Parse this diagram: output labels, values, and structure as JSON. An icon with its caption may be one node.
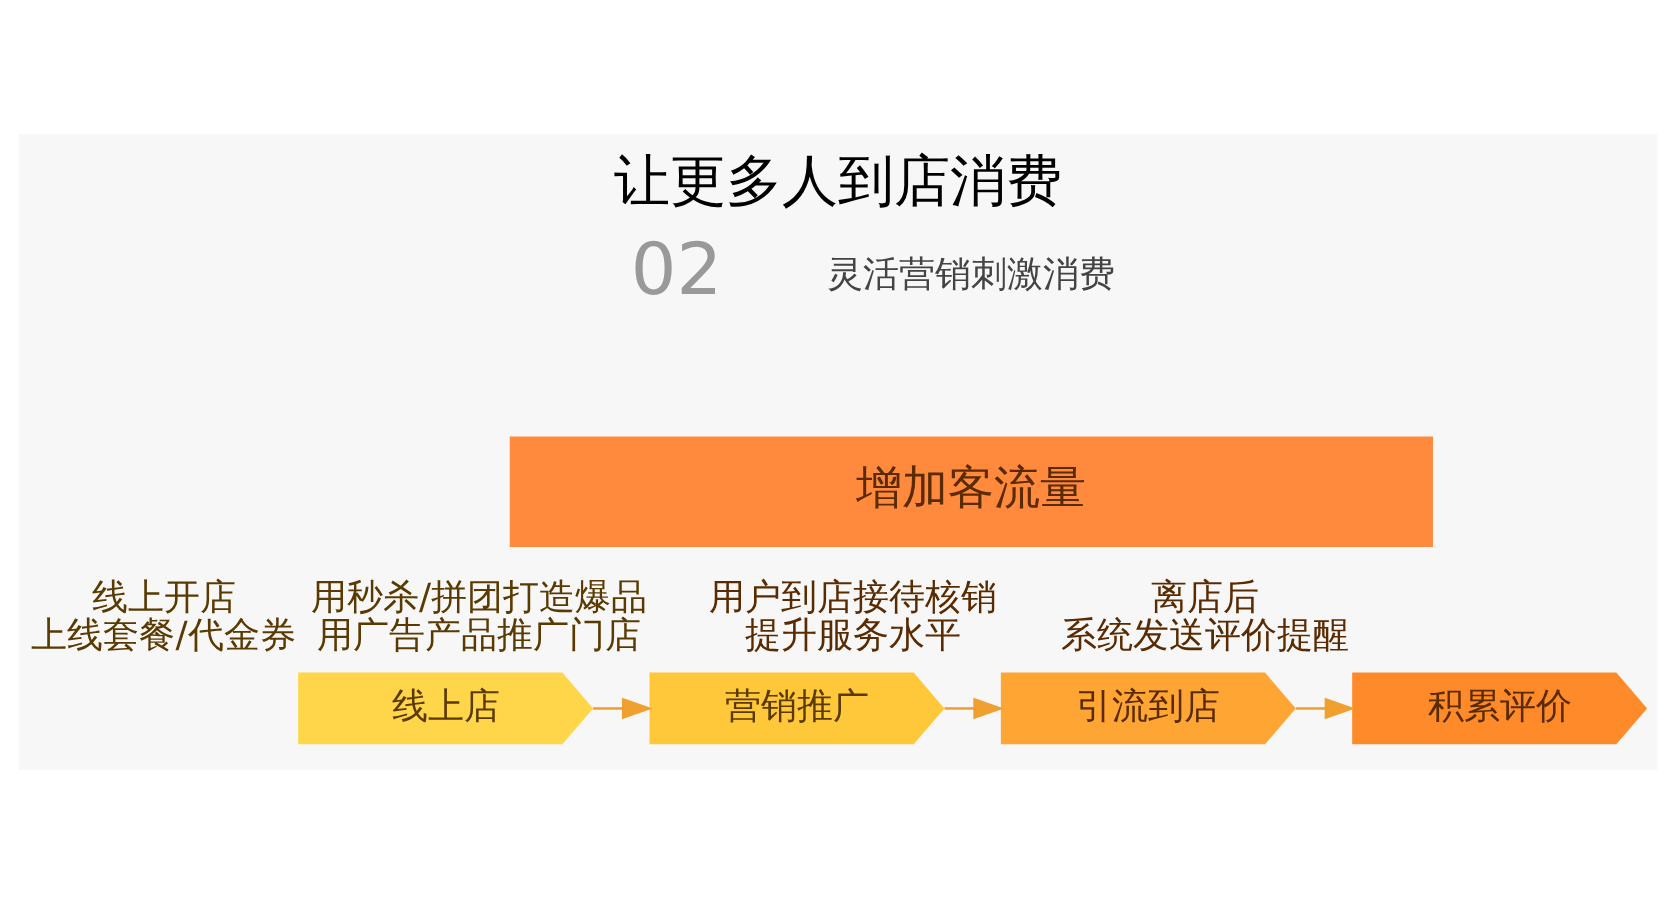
{
  "diagram": {
    "title": "让更多人到店消费",
    "nodes": [
      {
        "text": [
          "增加客流量"
        ]
      },
      {
        "text": [
          "线上店"
        ],
        "beside": [
          "线上开店",
          "上线套餐/代金券"
        ]
      },
      {
        "text": [
          "营销推广"
        ],
        "beside": [
          "用秒杀/拼团打造爆品",
          "用广告产品推广门店"
        ]
      },
      {
        "text": [
          "引流到店"
        ],
        "beside": [
          "用户到店接待核销",
          "提升服务水平"
        ]
      },
      {
        "text": [
          "积累评价"
        ],
        "beside": [
          "离店后",
          "系统发送评价提醒"
        ]
      }
    ],
    "edges": [
      {
        "from": 1,
        "to": 2,
        "arrow": "to"
      },
      {
        "from": 2,
        "to": 3,
        "arrow": "to"
      },
      {
        "from": 3,
        "to": 4,
        "arrow": "to"
      }
    ],
    "labels": [
      "02",
      "灵活营销刺激消费"
    ]
  }
}
